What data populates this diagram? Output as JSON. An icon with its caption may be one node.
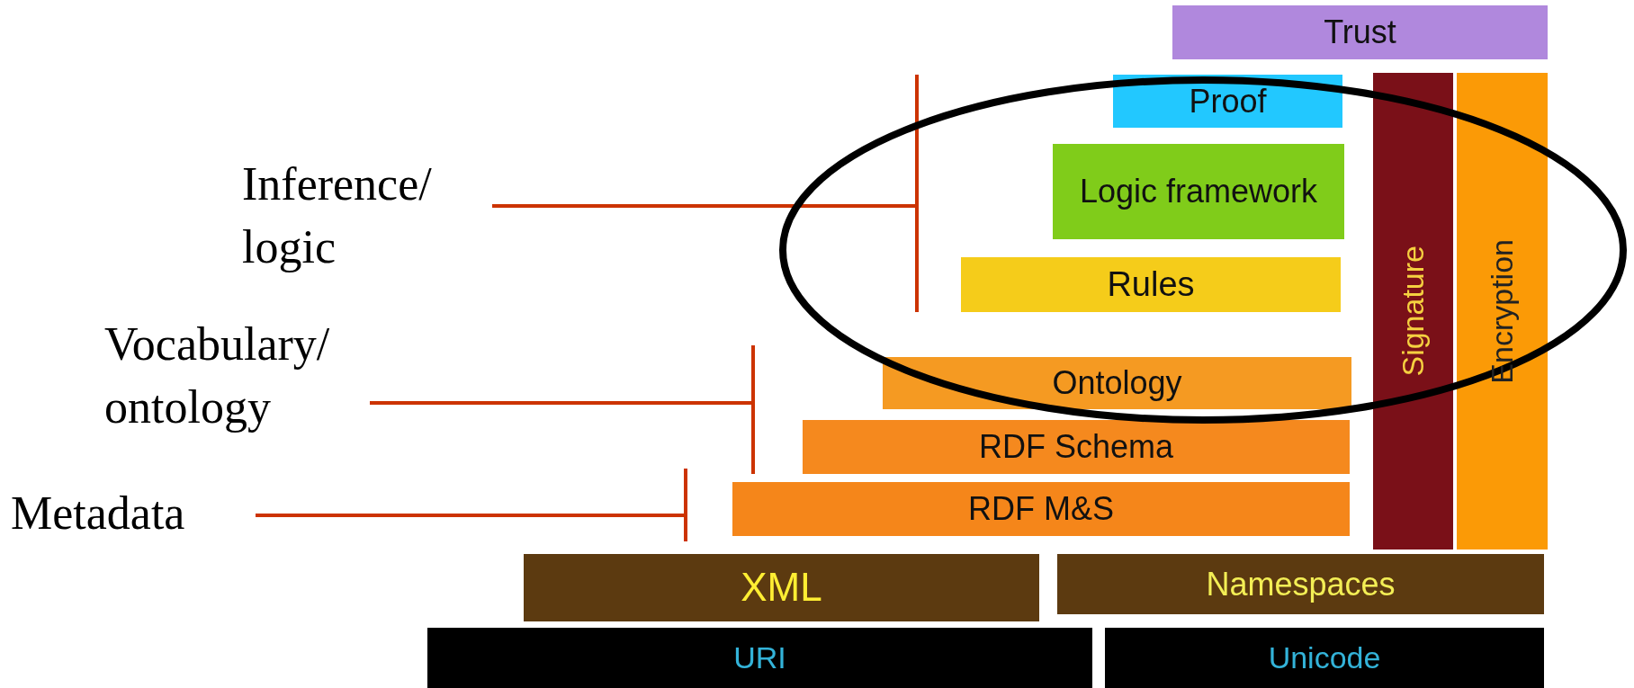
{
  "diagram": {
    "nodes": [
      {
        "text": [
          "Trust"
        ]
      },
      {
        "text": [
          "Proof"
        ]
      },
      {
        "text": [
          "Logic framework"
        ]
      },
      {
        "text": [
          "Rules"
        ]
      },
      {
        "text": [
          "Ontology"
        ]
      },
      {
        "text": [
          "RDF Schema"
        ]
      },
      {
        "text": [
          "RDF M&S"
        ]
      },
      {
        "text": [
          "Signature"
        ]
      },
      {
        "text": [
          "Encryption"
        ]
      },
      {
        "text": [
          "XML"
        ]
      },
      {
        "text": [
          "Namespaces"
        ]
      },
      {
        "text": [
          "URI"
        ]
      },
      {
        "text": [
          "Unicode"
        ]
      },
      {
        "text": [
          "Inference/ logic"
        ]
      },
      {
        "text": [
          "Vocabulary/ ontology"
        ]
      },
      {
        "text": [
          "Metadata"
        ]
      }
    ],
    "edges": [
      {
        "from": 13,
        "to": null,
        "arrow": "none"
      },
      {
        "from": 14,
        "to": null,
        "arrow": "none"
      },
      {
        "from": 15,
        "to": null,
        "arrow": "none"
      }
    ]
  }
}
